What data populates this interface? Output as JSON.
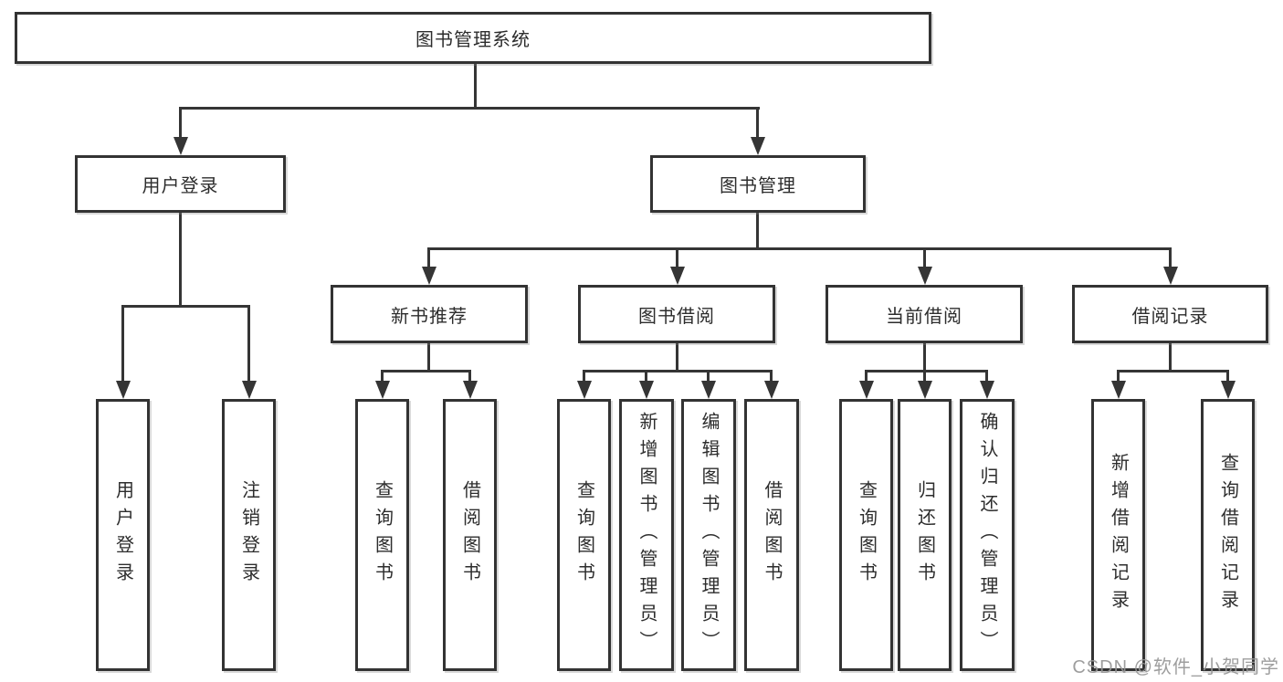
{
  "tree": {
    "root": "图书管理系统",
    "branches": [
      {
        "label": "用户登录",
        "children": [
          "用户登录",
          "注销登录"
        ]
      },
      {
        "label": "图书管理",
        "children": [
          {
            "label": "新书推荐",
            "children": [
              "查询图书",
              "借阅图书"
            ]
          },
          {
            "label": "图书借阅",
            "children": [
              "查询图书",
              "新增图书（管理员）",
              "编辑图书（管理员）",
              "借阅图书"
            ]
          },
          {
            "label": "当前借阅",
            "children": [
              "查询图书",
              "归还图书",
              "确认归还（管理员）"
            ]
          },
          {
            "label": "借阅记录",
            "children": [
              "新增借阅记录",
              "查询借阅记录"
            ]
          }
        ]
      }
    ]
  },
  "watermark": "CSDN @软件_小贺同学",
  "colors": {
    "line": "#353535",
    "box_border": "#333333",
    "text": "#2d2d2d",
    "watermark": "#969696",
    "background": "#ffffff"
  }
}
